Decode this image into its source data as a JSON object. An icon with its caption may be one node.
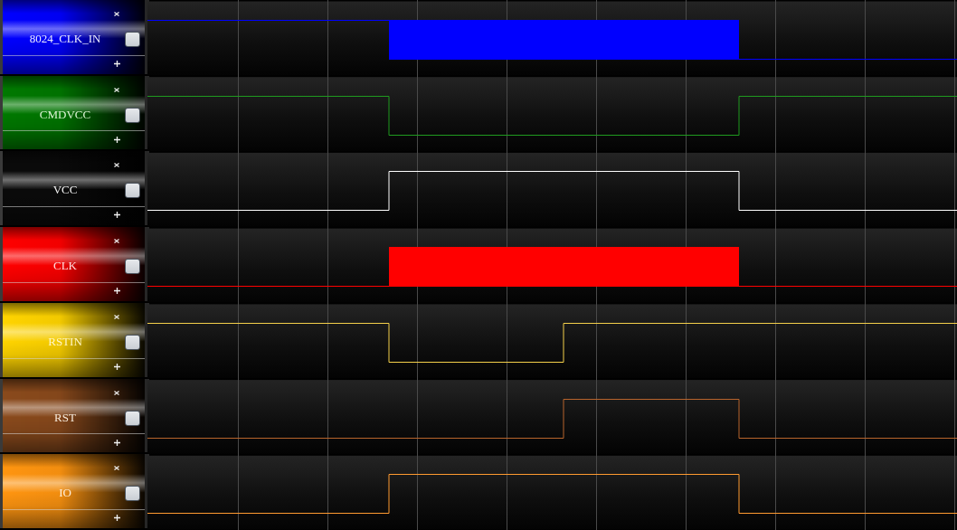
{
  "diagram": {
    "labels": [
      "8024_CLK_IN",
      "CMDVCC",
      "VCC",
      "CLK",
      "RSTIN",
      "RST",
      "IO"
    ]
  }
}
